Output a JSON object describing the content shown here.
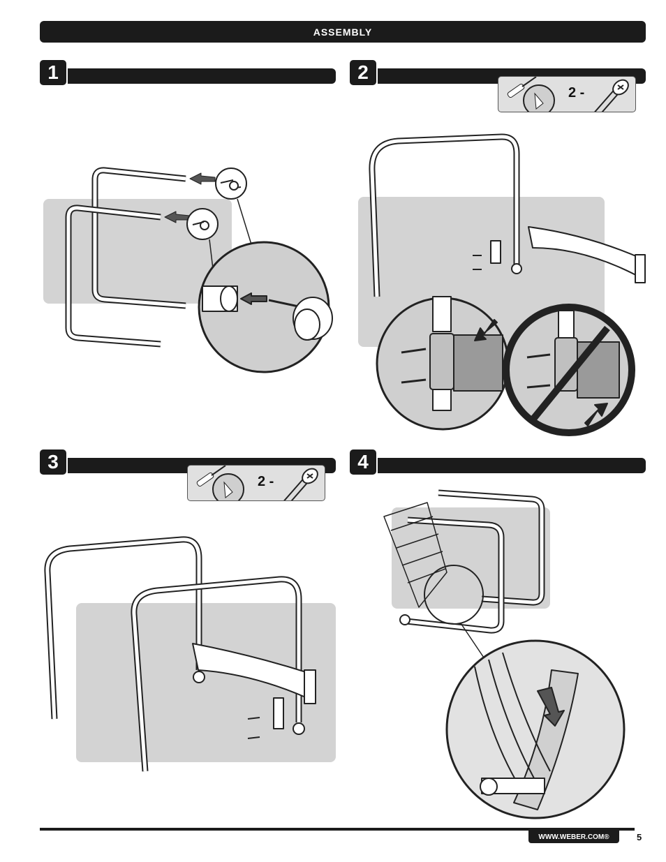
{
  "header": {
    "title": "ASSEMBLY"
  },
  "steps": [
    {
      "number": "1"
    },
    {
      "number": "2",
      "hardware_count": "2 -"
    },
    {
      "number": "3",
      "hardware_count": "2 -"
    },
    {
      "number": "4"
    }
  ],
  "footer": {
    "website": "WWW.WEBER.COM®",
    "page_number": "5"
  }
}
